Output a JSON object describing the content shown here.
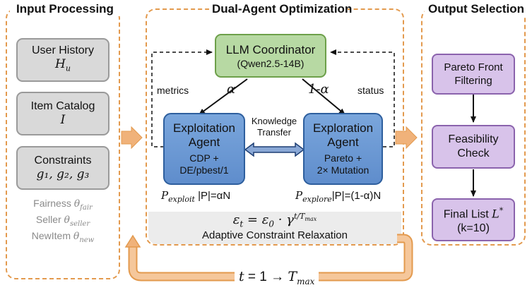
{
  "input": {
    "title": "Input Processing",
    "user_history": {
      "label": "User History",
      "symbol": "H",
      "sub": "u"
    },
    "item_catalog": {
      "label": "Item Catalog",
      "symbol": "I"
    },
    "constraints": {
      "label": "Constraints",
      "symbol": "g₁, g₂, g₃"
    },
    "objectives": [
      {
        "label": "Fairness",
        "symbol": "θ",
        "sub": "fair"
      },
      {
        "label": "Seller",
        "symbol": "θ",
        "sub": "seller"
      },
      {
        "label": "NewItem",
        "symbol": "θ",
        "sub": "new"
      }
    ]
  },
  "middle": {
    "title": "Dual-Agent Optimization",
    "coordinator": {
      "title": "LLM Coordinator",
      "model": "(Qwen2.5-14B)"
    },
    "alpha": "α",
    "one_minus_alpha": "1-α",
    "metrics": "metrics",
    "status": "status",
    "exploit": {
      "title1": "Exploitation",
      "title2": "Agent",
      "line1": "CDP +",
      "line2": "DE/pbest/1"
    },
    "explore": {
      "title1": "Exploration",
      "title2": "Agent",
      "line1": "Pareto +",
      "line2": "2× Mutation"
    },
    "knowledge1": "Knowledge",
    "knowledge2": "Transfer",
    "p_exploit": "P",
    "p_exploit_sub": "exploit",
    "p_exploit_size": " |P|=αN",
    "p_explore": "P",
    "p_explore_sub": "explore",
    "p_explore_size": "|P|=(1-α)N",
    "eps_formula_left": "ε",
    "eps_formula_sub": "t",
    "eps_formula_mid": " = ε",
    "eps_formula_sub2": "0",
    "eps_formula_dot": " · γ",
    "eps_formula_exp": "t/T",
    "eps_formula_exp_sub": "max",
    "relaxation": "Adaptive Constraint Relaxation"
  },
  "loop": {
    "t": "t",
    "eq": " = 1 → ",
    "T": "T",
    "T_sub": "max"
  },
  "output": {
    "title": "Output Selection",
    "pareto1": "Pareto Front",
    "pareto2": "Filtering",
    "feas1": "Feasibility",
    "feas2": "Check",
    "final1": "Final List ",
    "final_sym": "L",
    "final_sup": "*",
    "final2": "(k=10)"
  },
  "colors": {
    "panel_border": "#e39a4e",
    "arrow_orange": "#f0b27a",
    "green": "#b7d9a3",
    "blue": "#6b97d3",
    "purple": "#d8c3ea",
    "gray": "#d9d9d9"
  }
}
